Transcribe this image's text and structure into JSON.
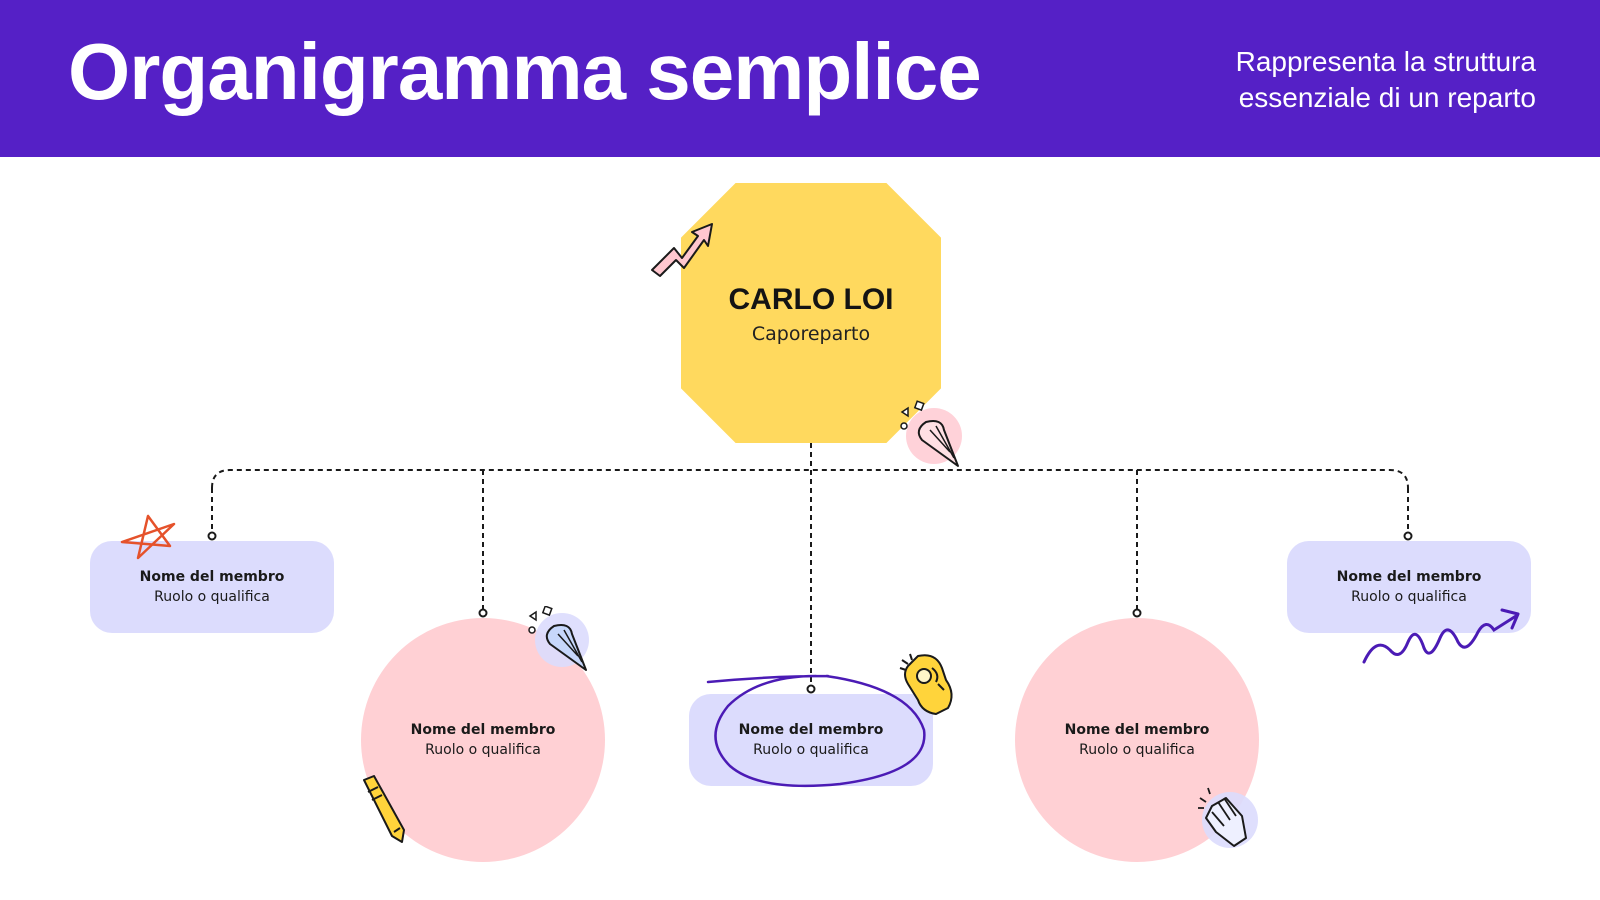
{
  "header": {
    "title": "Organigramma semplice",
    "subtitle": "Rappresenta la struttura\nessenziale di un reparto",
    "background_color": "#5520c6"
  },
  "head": {
    "name": "CARLO LOI",
    "role": "Caporeparto",
    "color": "#ffd95e"
  },
  "members": [
    {
      "name": "Nome del membro",
      "role": "Ruolo o qualifica",
      "shape": "pill",
      "color": "#dcdcfd"
    },
    {
      "name": "Nome del membro",
      "role": "Ruolo o qualifica",
      "shape": "circle",
      "color": "#ffd0d4"
    },
    {
      "name": "Nome del membro",
      "role": "Ruolo o qualifica",
      "shape": "pill",
      "color": "#dcdcfd"
    },
    {
      "name": "Nome del membro",
      "role": "Ruolo o qualifica",
      "shape": "circle",
      "color": "#ffd0d4"
    },
    {
      "name": "Nome del membro",
      "role": "Ruolo o qualifica",
      "shape": "pill",
      "color": "#dcdcfd"
    }
  ],
  "stickers": [
    "zigzag-arrow-icon",
    "party-popper-icon",
    "star-scribble-icon",
    "party-popper-icon",
    "ok-hand-icon",
    "pencil-icon",
    "clapping-hands-icon",
    "squiggle-arrow-icon",
    "scribble-circle"
  ]
}
